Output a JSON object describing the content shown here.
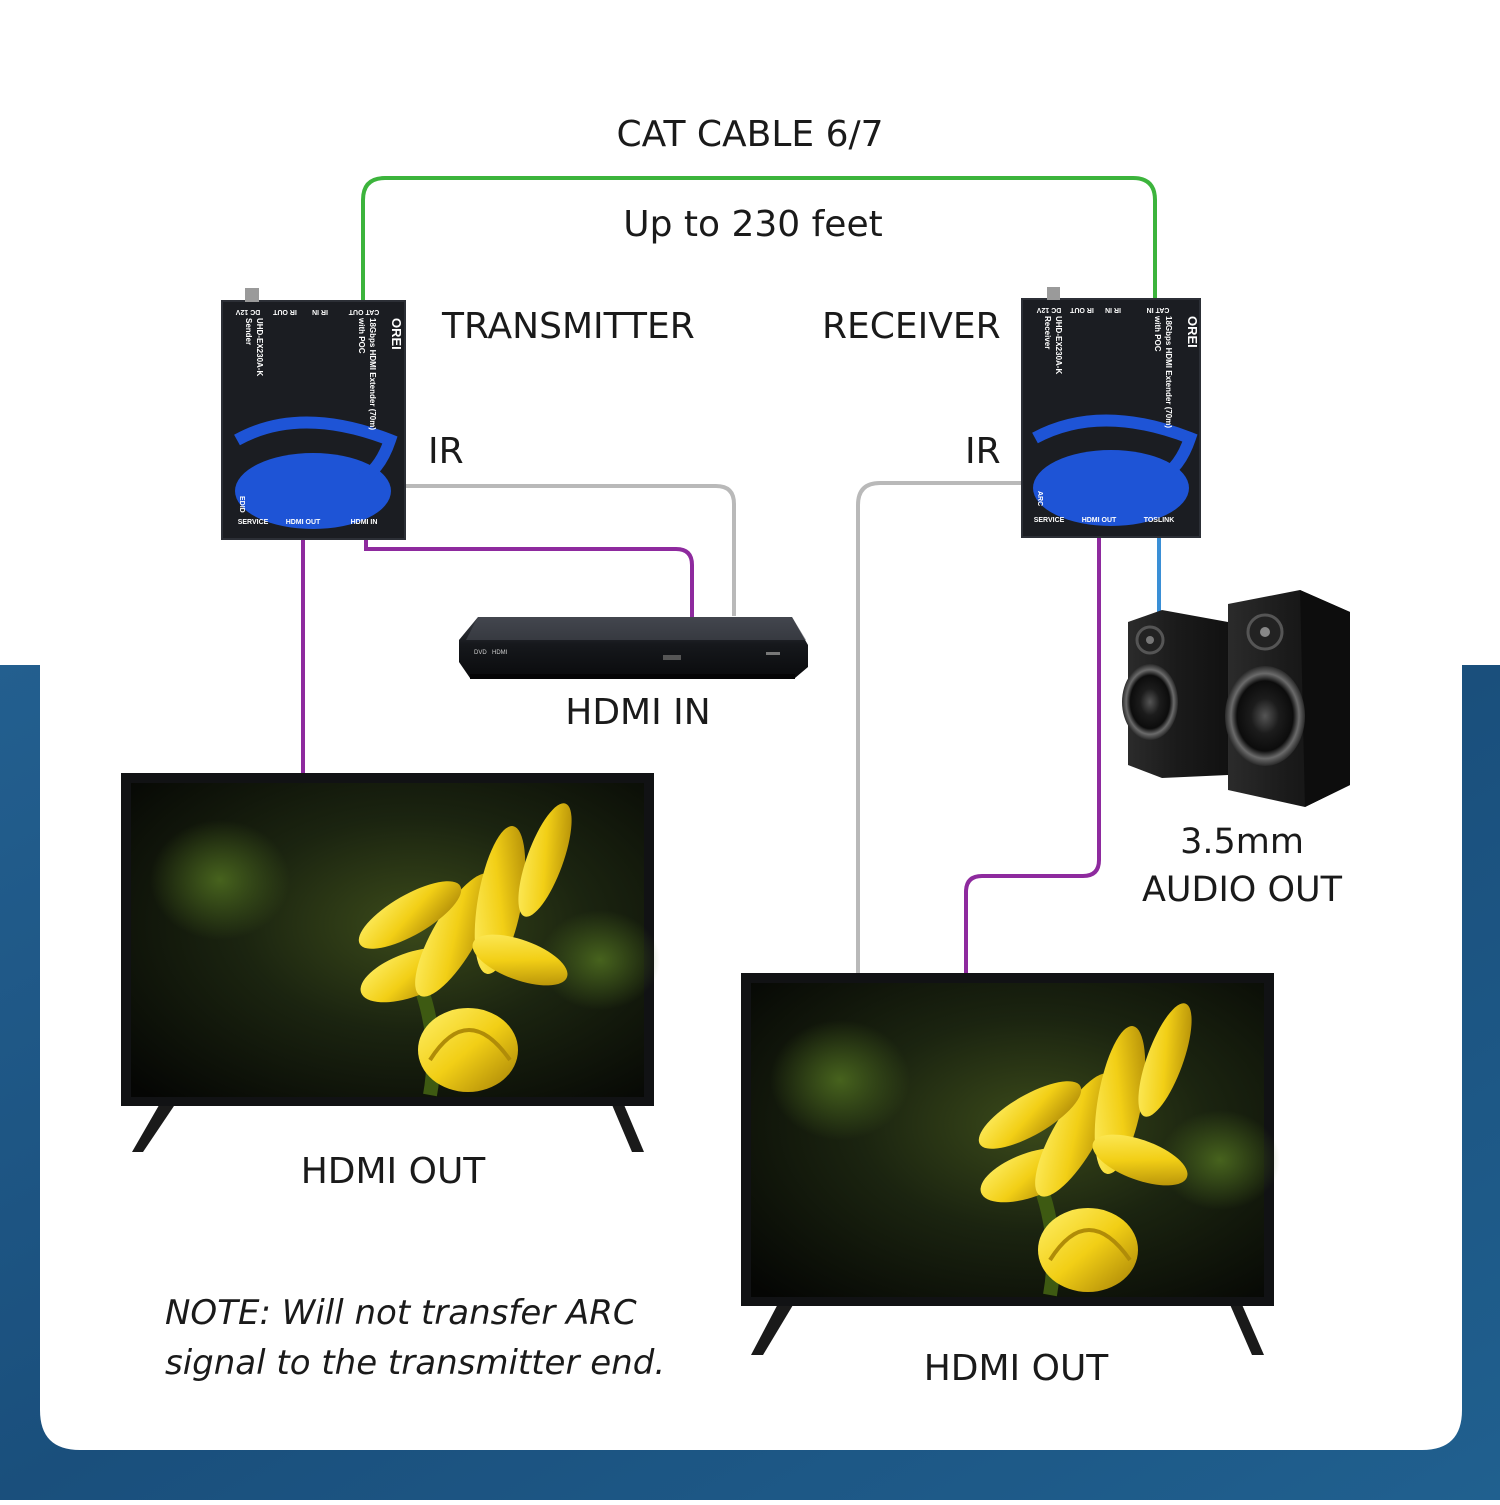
{
  "cable": {
    "name": "CAT CABLE 6/7",
    "distance": "Up to 230 feet"
  },
  "transmitter": {
    "label": "TRANSMITTER",
    "ir_label": "IR",
    "brand": "ОREI",
    "description": "18Gbps HDMI Extender (70m)",
    "description2": "with POC",
    "model": "UHD-EX230A-K",
    "role": "Sender",
    "top_ports": [
      "CAT OUT",
      "IR IN",
      "IR OUT",
      "DC 12V"
    ],
    "bottom_ports": [
      "HDMI IN",
      "HDMI OUT",
      "SERVICE"
    ],
    "side_label": "EDID"
  },
  "receiver": {
    "label": "RECEIVER",
    "ir_label": "IR",
    "brand": "ОREI",
    "description": "18Gbps HDMI Extender (70m)",
    "description2": "with POC",
    "model": "UHD-EX230A-K",
    "role": "Receiver",
    "top_ports": [
      "CAT IN",
      "IR IN",
      "IR OUT",
      "DC 12V"
    ],
    "bottom_ports": [
      "TOSLINK",
      "HDMI OUT",
      "SERVICE"
    ],
    "side_label": "ARC"
  },
  "source": {
    "label": "HDMI IN",
    "device_text": "DVD",
    "logo_text": "HDMI"
  },
  "left_tv": {
    "label": "HDMI OUT"
  },
  "right_tv": {
    "label": "HDMI OUT"
  },
  "speakers": {
    "label_line1": "3.5mm",
    "label_line2": "AUDIO OUT"
  },
  "note": {
    "line1": "NOTE: Will not transfer ARC",
    "line2": "signal to the transmitter end."
  },
  "colors": {
    "cat_cable": "#3cb43c",
    "hdmi_cable": "#8e2a9e",
    "ir_cable": "#b5b5b5",
    "audio_cable": "#3a8fd6",
    "background_band": "#1f5d8c",
    "device_body": "#1b1d22",
    "device_swoosh": "#1e54d6"
  }
}
